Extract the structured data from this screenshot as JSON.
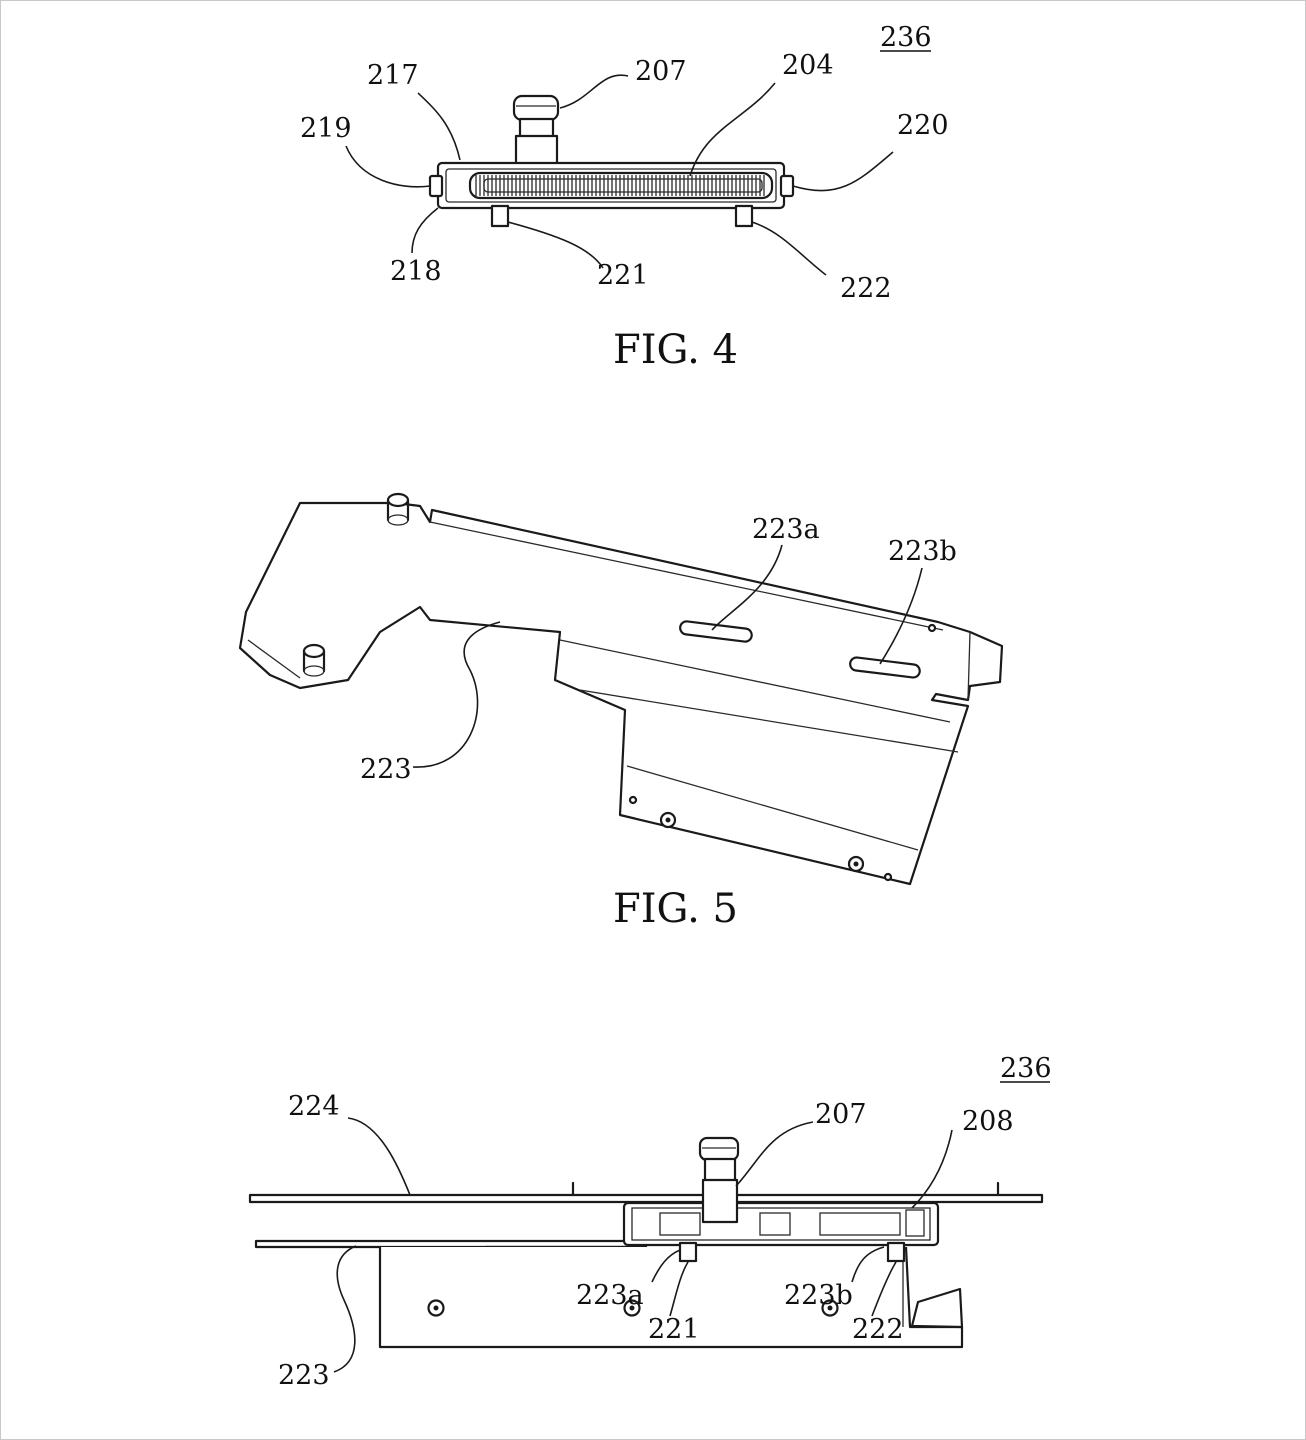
{
  "fig4": {
    "caption": "FIG. 4",
    "labels": {
      "l236": "236",
      "l217": "217",
      "l207": "207",
      "l204": "204",
      "l219": "219",
      "l220": "220",
      "l218": "218",
      "l221": "221",
      "l222": "222"
    }
  },
  "fig5": {
    "caption": "FIG. 5",
    "labels": {
      "l223a": "223a",
      "l223b": "223b",
      "l223": "223"
    }
  },
  "fig6": {
    "labels": {
      "l236": "236",
      "l224": "224",
      "l207": "207",
      "l208": "208",
      "l223a": "223a",
      "l221": "221",
      "l223b": "223b",
      "l222": "222",
      "l223": "223"
    }
  }
}
